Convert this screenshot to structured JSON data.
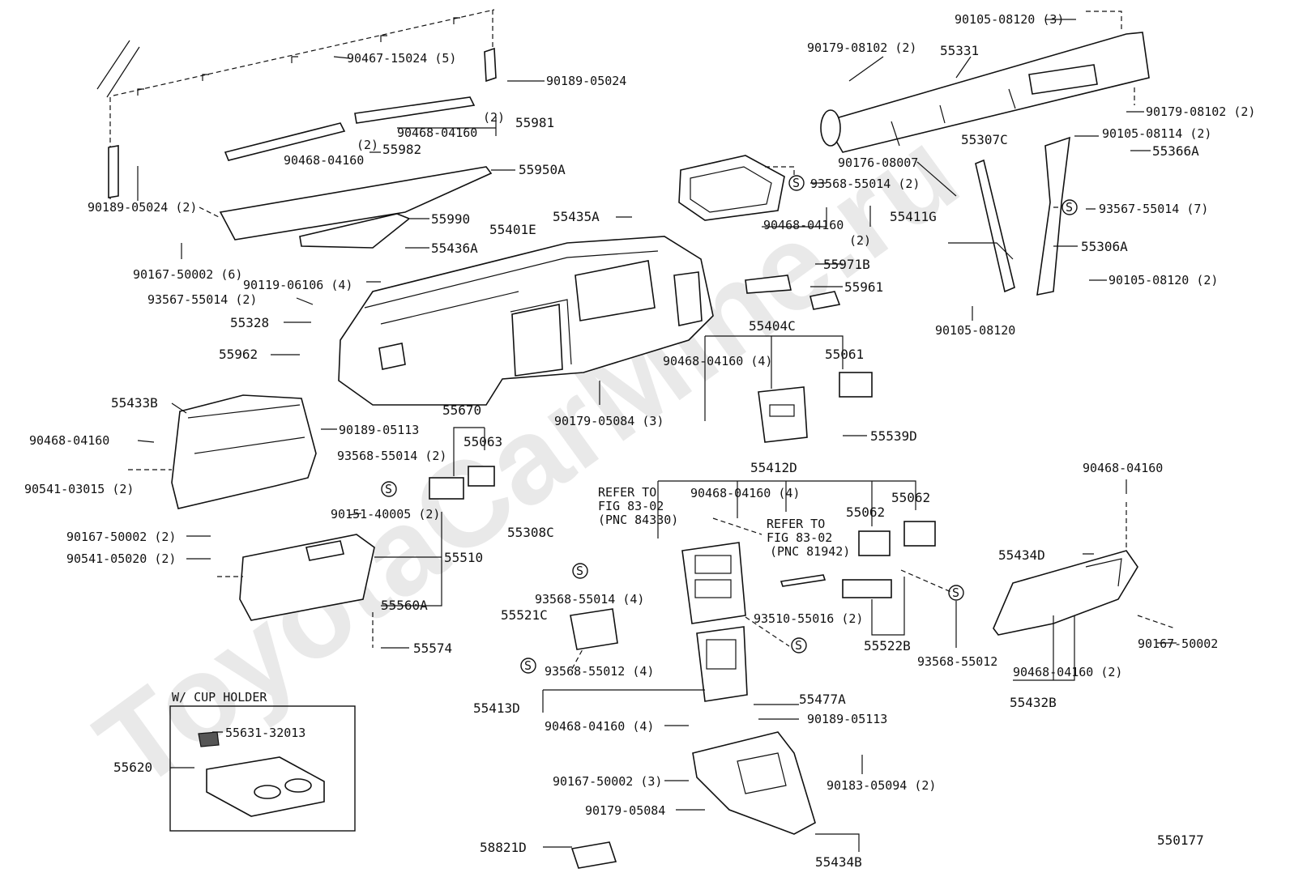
{
  "diagram": {
    "watermark": "ToyotaCarMine.ru",
    "figure_number": "550177",
    "callouts": [
      {
        "id": "c1",
        "text": "90467-15024 (5)"
      },
      {
        "id": "c2",
        "text": "90189-05024"
      },
      {
        "id": "c3",
        "text": "55981"
      },
      {
        "id": "c4",
        "text": "(2)"
      },
      {
        "id": "c5",
        "text": "90468-04160"
      },
      {
        "id": "c6",
        "text": "(2)"
      },
      {
        "id": "c7",
        "text": "55982"
      },
      {
        "id": "c8",
        "text": "90468-04160"
      },
      {
        "id": "c9",
        "text": "55950A"
      },
      {
        "id": "c10",
        "text": "90189-05024 (2)"
      },
      {
        "id": "c11",
        "text": "55990"
      },
      {
        "id": "c12",
        "text": "55401E"
      },
      {
        "id": "c13",
        "text": "55435A"
      },
      {
        "id": "c14",
        "text": "90167-50002 (6)"
      },
      {
        "id": "c15",
        "text": "55436A"
      },
      {
        "id": "c16",
        "text": "90119-06106 (4)"
      },
      {
        "id": "c17",
        "text": "93567-55014 (2)"
      },
      {
        "id": "c18",
        "text": "55328"
      },
      {
        "id": "c19",
        "text": "55962"
      },
      {
        "id": "c20",
        "text": "55433B"
      },
      {
        "id": "c21",
        "text": "90468-04160"
      },
      {
        "id": "c22",
        "text": "90189-05113"
      },
      {
        "id": "c23",
        "text": "55670"
      },
      {
        "id": "c24",
        "text": "55063"
      },
      {
        "id": "c25",
        "text": "93568-55014 (2)"
      },
      {
        "id": "c26",
        "text": "90541-03015 (2)"
      },
      {
        "id": "c27",
        "text": "90151-40005 (2)"
      },
      {
        "id": "c28",
        "text": "90167-50002 (2)"
      },
      {
        "id": "c29",
        "text": "90541-05020 (2)"
      },
      {
        "id": "c30",
        "text": "55510"
      },
      {
        "id": "c31",
        "text": "55560A"
      },
      {
        "id": "c32",
        "text": "55574"
      },
      {
        "id": "c33",
        "text": "W/ CUP HOLDER"
      },
      {
        "id": "c34",
        "text": "55631-32013"
      },
      {
        "id": "c35",
        "text": "55620"
      },
      {
        "id": "c36",
        "text": "90105-08120 (3)"
      },
      {
        "id": "c37",
        "text": "90179-08102 (2)"
      },
      {
        "id": "c38",
        "text": "55331"
      },
      {
        "id": "c39",
        "text": "90179-08102 (2)"
      },
      {
        "id": "c40",
        "text": "55307C"
      },
      {
        "id": "c41",
        "text": "90105-08114 (2)"
      },
      {
        "id": "c42",
        "text": "55366A"
      },
      {
        "id": "c43",
        "text": "90176-08007"
      },
      {
        "id": "c44",
        "text": "93568-55014 (2)"
      },
      {
        "id": "c45",
        "text": "93567-55014 (7)"
      },
      {
        "id": "c46",
        "text": "90468-04160"
      },
      {
        "id": "c47",
        "text": "55411G"
      },
      {
        "id": "c48",
        "text": "(2)"
      },
      {
        "id": "c49",
        "text": "55306A"
      },
      {
        "id": "c50",
        "text": "55971B"
      },
      {
        "id": "c51",
        "text": "55961"
      },
      {
        "id": "c52",
        "text": "90105-08120 (2)"
      },
      {
        "id": "c53",
        "text": "90105-08120"
      },
      {
        "id": "c54",
        "text": "55404C"
      },
      {
        "id": "c55",
        "text": "90468-04160 (4)"
      },
      {
        "id": "c56",
        "text": "55061"
      },
      {
        "id": "c57",
        "text": "90179-05084 (3)"
      },
      {
        "id": "c58",
        "text": "55539D"
      },
      {
        "id": "c59",
        "text": "55412D"
      },
      {
        "id": "c60",
        "text": "REFER TO"
      },
      {
        "id": "c61",
        "text": "FIG 83-02"
      },
      {
        "id": "c62",
        "text": "(PNC 84330)"
      },
      {
        "id": "c63",
        "text": "90468-04160 (4)"
      },
      {
        "id": "c64",
        "text": "55062"
      },
      {
        "id": "c65",
        "text": "55062"
      },
      {
        "id": "c66",
        "text": "REFER TO"
      },
      {
        "id": "c67",
        "text": "FIG 83-02"
      },
      {
        "id": "c68",
        "text": "(PNC 81942)"
      },
      {
        "id": "c69",
        "text": "90468-04160"
      },
      {
        "id": "c70",
        "text": "55308C"
      },
      {
        "id": "c71",
        "text": "93568-55014 (4)"
      },
      {
        "id": "c72",
        "text": "55521C"
      },
      {
        "id": "c73",
        "text": "93510-55016 (2)"
      },
      {
        "id": "c74",
        "text": "55434D"
      },
      {
        "id": "c75",
        "text": "55522B"
      },
      {
        "id": "c76",
        "text": "93568-55012"
      },
      {
        "id": "c77",
        "text": "90167-50002"
      },
      {
        "id": "c78",
        "text": "93568-55012 (4)"
      },
      {
        "id": "c79",
        "text": "90468-04160 (2)"
      },
      {
        "id": "c80",
        "text": "55413D"
      },
      {
        "id": "c81",
        "text": "55477A"
      },
      {
        "id": "c82",
        "text": "55432B"
      },
      {
        "id": "c83",
        "text": "90468-04160 (4)"
      },
      {
        "id": "c84",
        "text": "90189-05113"
      },
      {
        "id": "c85",
        "text": "90167-50002 (3)"
      },
      {
        "id": "c86",
        "text": "90183-05094 (2)"
      },
      {
        "id": "c87",
        "text": "90179-05084"
      },
      {
        "id": "c88",
        "text": "58821D"
      },
      {
        "id": "c89",
        "text": "55434B"
      }
    ]
  }
}
